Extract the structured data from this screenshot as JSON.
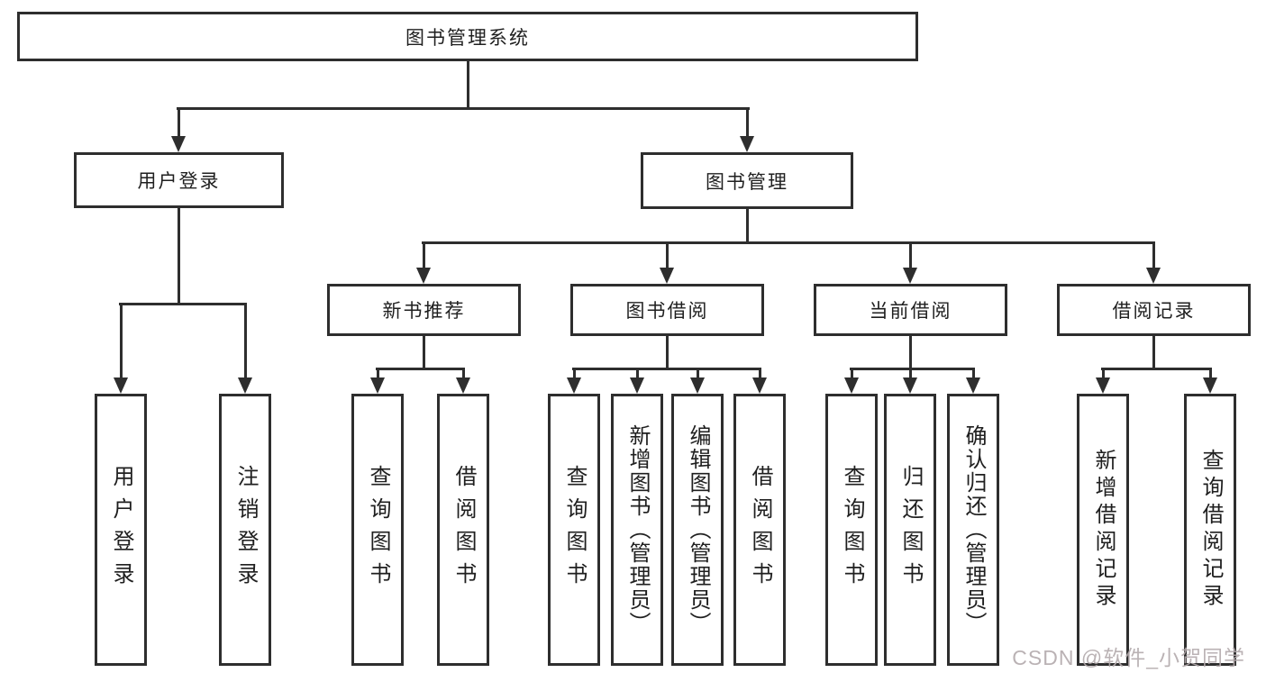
{
  "diagram": {
    "root": {
      "label": "图书管理系统"
    },
    "level2": [
      {
        "id": "user-login",
        "label": "用户登录"
      },
      {
        "id": "book-management",
        "label": "图书管理"
      }
    ],
    "level3": [
      {
        "id": "new-book-recommend",
        "label": "新书推荐"
      },
      {
        "id": "book-borrow",
        "label": "图书借阅"
      },
      {
        "id": "current-borrow",
        "label": "当前借阅"
      },
      {
        "id": "borrow-records",
        "label": "借阅记录"
      }
    ],
    "leaves": [
      {
        "id": "user-login-leaf",
        "label": "用户登录"
      },
      {
        "id": "logout",
        "label": "注销登录"
      },
      {
        "id": "query-books-1",
        "label": "查询图书"
      },
      {
        "id": "borrow-books-1",
        "label": "借阅图书"
      },
      {
        "id": "query-books-2",
        "label": "查询图书"
      },
      {
        "id": "add-book-admin",
        "label": "新增图书（管理员）"
      },
      {
        "id": "edit-book-admin",
        "label": "编辑图书（管理员）"
      },
      {
        "id": "borrow-books-2",
        "label": "借阅图书"
      },
      {
        "id": "query-books-3",
        "label": "查询图书"
      },
      {
        "id": "return-books",
        "label": "归还图书"
      },
      {
        "id": "confirm-return-admin",
        "label": "确认归还（管理员）"
      },
      {
        "id": "add-borrow-record",
        "label": "新增借阅记录"
      },
      {
        "id": "query-borrow-record",
        "label": "查询借阅记录"
      }
    ]
  },
  "watermark": {
    "text": "CSDN @软件_小贺同学"
  },
  "colors": {
    "line": "#2e2e2e",
    "text": "#1f1f1f",
    "watermark": "#b3aaac"
  }
}
